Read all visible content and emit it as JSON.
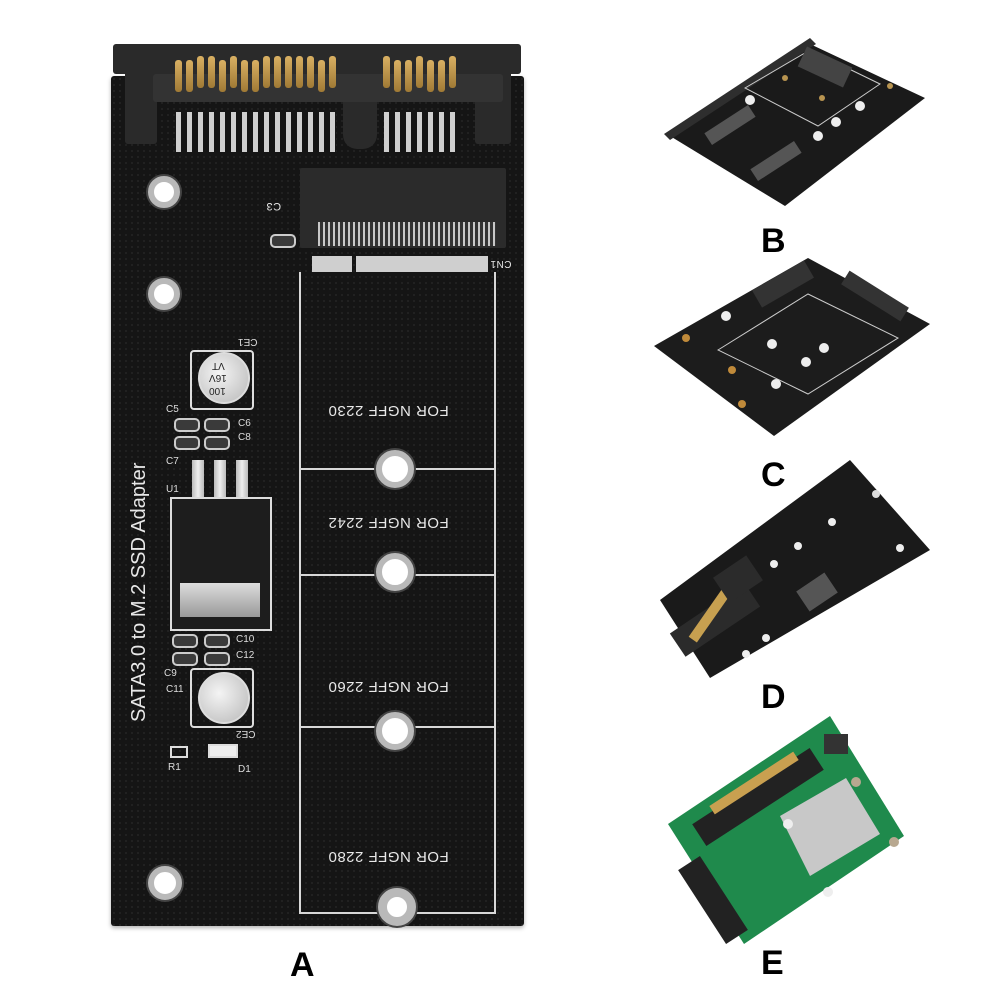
{
  "figure": {
    "description": "Product photo collage of SATA to M.2 / mSATA SSD adapter boards",
    "panels": [
      {
        "label": "A",
        "kind": "main-board-photo"
      },
      {
        "label": "B",
        "kind": "enclosure-adapter-photo"
      },
      {
        "label": "C",
        "kind": "dual-slot-adapter-photo"
      },
      {
        "label": "D",
        "kind": "angled-adapter-photo"
      },
      {
        "label": "E",
        "kind": "green-msata-adapter-photo"
      }
    ]
  },
  "board_a": {
    "title": "SATA3.0 to M.2 SSD Adapter",
    "slots": [
      "FOR NGFF 2230",
      "FOR NGFF 2242",
      "FOR NGFF 2260",
      "FOR NGFF 2280"
    ],
    "refs": {
      "c3": "C3",
      "cn1": "CN1",
      "ce1": "CE1",
      "ce2": "CE2",
      "c5": "C5",
      "c6": "C6",
      "c7": "C7",
      "c8": "C8",
      "u1": "U1",
      "c9": "C9",
      "c10": "C10",
      "c11": "C11",
      "c12": "C12",
      "r1": "R1",
      "d1": "D1"
    },
    "capacitor_text": [
      "100",
      "16V",
      "VT"
    ]
  },
  "colors": {
    "pcb_black": "#151515",
    "silkscreen": "#e8e8e8",
    "gold_pins": "#c9a050",
    "pcb_green": "#1f8a4c",
    "label_text": "#000000"
  }
}
